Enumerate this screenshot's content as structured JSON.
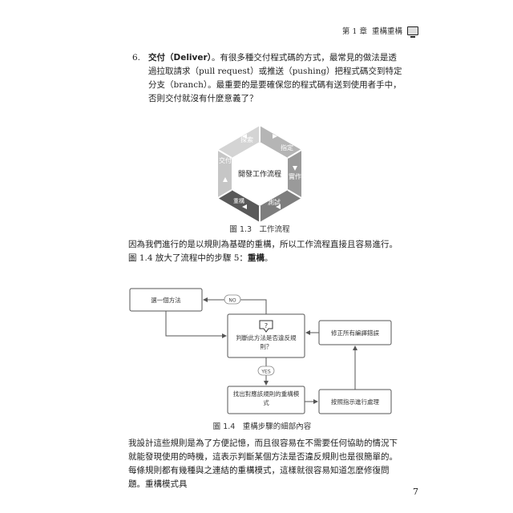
{
  "header": {
    "chapter": "第 1 章",
    "title": "重構重構"
  },
  "item6": {
    "number": "6.",
    "term": "交付（Deliver）",
    "text": "。有很多種交付程式碼的方式，最常見的做法是透過拉取請求（pull request）或推送（pushing）把程式碼交到特定分支（branch）。最重要的是要確保您的程式碼有送到使用者手中，否則交付就沒有什麼意義了？"
  },
  "figure1": {
    "center_label": "開發工作流程",
    "segments": [
      "探索",
      "指定",
      "實作",
      "測試",
      "重構",
      "交付"
    ],
    "caption": "圖 1.3　工作流程"
  },
  "paragraph1": {
    "text": "因為我們進行的是以規則為基礎的重構，所以工作流程直接且容易進行。圖 1.4 放大了流程中的步驟 5：",
    "bold": "重構",
    "end": "。"
  },
  "figure2": {
    "boxes": {
      "choose": "選一個方法",
      "judge": "判斷此方法是否違反規則？",
      "fix": "修正所有編譯錯誤",
      "find": "找出對應該規則的重構模式",
      "follow": "按照指示進行處理"
    },
    "decision_symbol": "?",
    "no_label": "NO",
    "yes_label": "YES",
    "caption": "圖 1.4　重構步驟的細部內容"
  },
  "paragraph2": {
    "text": "我設計這些規則是為了方便記憶，而且很容易在不需要任何協助的情況下就能發現使用的時機，這表示判斷某個方法是否違反規則也是很簡單的。每條規則都有幾種與之連結的重構模式，這樣就很容易知道怎麼修復問題。重構模式具"
  },
  "page_number": "7"
}
